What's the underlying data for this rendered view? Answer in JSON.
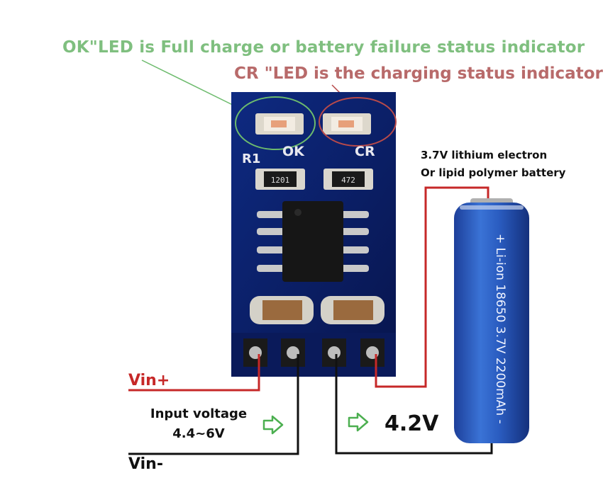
{
  "labels": {
    "ok_indicator": "OK\"LED is Full charge or battery failure status indicator",
    "cr_indicator": "CR \"LED is the charging status indicator",
    "battery_line1": "3.7V lithium electron",
    "battery_line2": "Or lipid polymer battery",
    "vin_plus": "Vin+",
    "input_line1": "Input voltage",
    "input_line2": "4.4~6V",
    "vin_minus": "Vin-",
    "output_voltage": "4.2V"
  },
  "board": {
    "silk_r1": "R1",
    "silk_ok": "OK",
    "silk_cr": "CR",
    "resistor_1": "1201",
    "resistor_2": "472"
  },
  "battery": {
    "label": "+ Li-ion 18650 3.7V 2200mAh -"
  },
  "colors": {
    "pcb": "#0b1f66",
    "vin_plus_wire": "#c62828",
    "ground_wire": "#111111",
    "battery_wire": "#c62828",
    "ok_circle": "#6dbb6d",
    "cr_circle": "#b84a4a",
    "arrow": "#4caf50",
    "battery": "#2a5cc0"
  },
  "icons": [
    "right-arrow-icon",
    "right-arrow-icon"
  ]
}
